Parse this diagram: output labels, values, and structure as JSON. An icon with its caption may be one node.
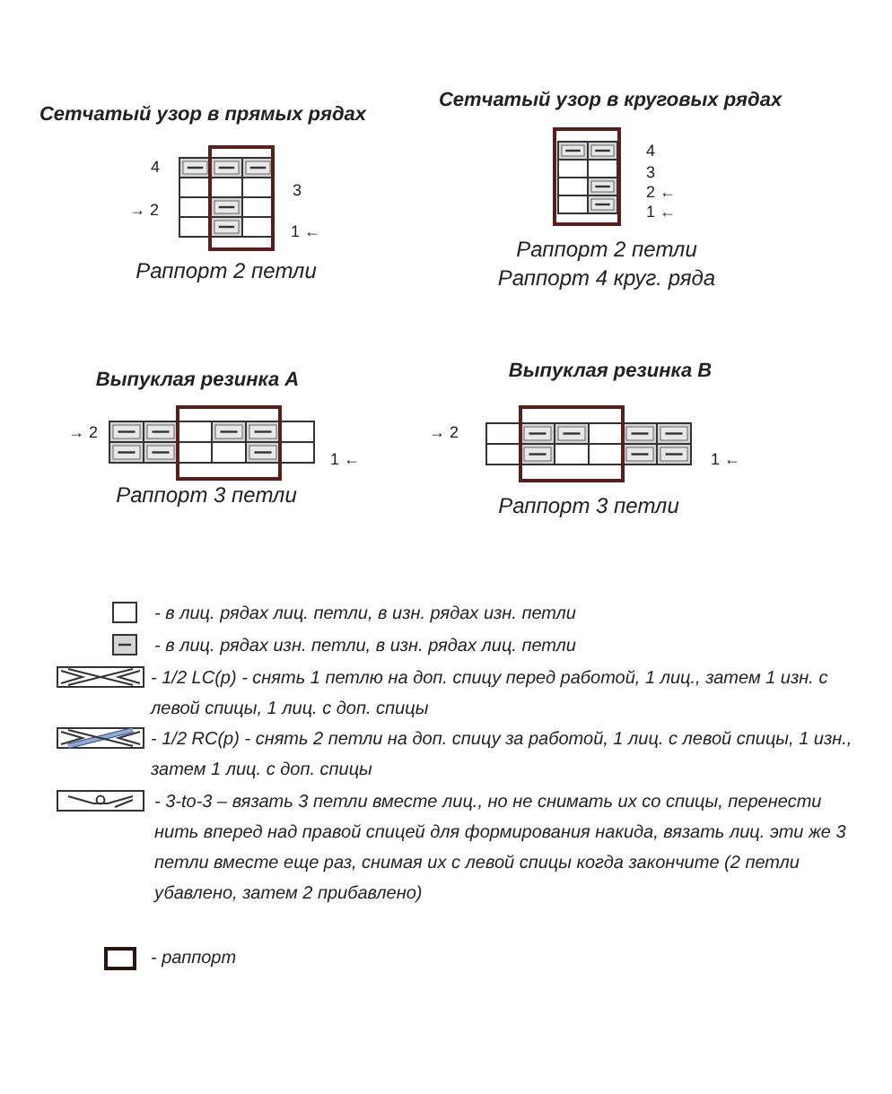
{
  "diagram": {
    "labels": [
      "Сетчатый узор в прямых рядах",
      "Сетчатый узор в круговых рядах",
      "4",
      "3",
      "→ 2",
      "1 ←",
      "Раппорт 2 петли",
      "4",
      "3",
      "2 ←",
      "1 ←",
      "Раппорт 2 петли",
      "Раппорт 4 круг. ряда",
      "Выпуклая резинка A",
      "Выпуклая резинка B",
      "→ 2",
      "1 ←",
      "Раппорт 3 петли",
      "→ 2",
      "1 ←",
      "Раппорт 3 петли"
    ],
    "legend": [
      {
        "text": "- в лиц. рядах лиц. петли, в изн. рядах изн. петли"
      },
      {
        "text": "- в лиц. рядах изн. петли, в изн. рядах лиц. петли"
      },
      {
        "text": "- 1/2 LC(p) - снять 1 петлю на доп. спицу перед работой, 1 лиц., затем 1 изн. с левой спицы, 1 лиц. с доп. спицы"
      },
      {
        "text": "- 1/2 RC(p) - снять 2 петли на доп. спицу за работой, 1 лиц. с левой спицы, 1 изн., затем 1 лиц. с доп. спицы"
      },
      {
        "text": "- 3-to-3 – вязать 3 петли вместе лиц., но не снимать их со спицы, перенести нить вперед над правой спицей для формирования накида, вязать лиц. эти же 3 петли вместе еще раз, снимая их с левой спицы когда закончите (2 петли убавлено, затем 2 прибавлено)"
      },
      {
        "text": "- раппорт"
      }
    ]
  }
}
